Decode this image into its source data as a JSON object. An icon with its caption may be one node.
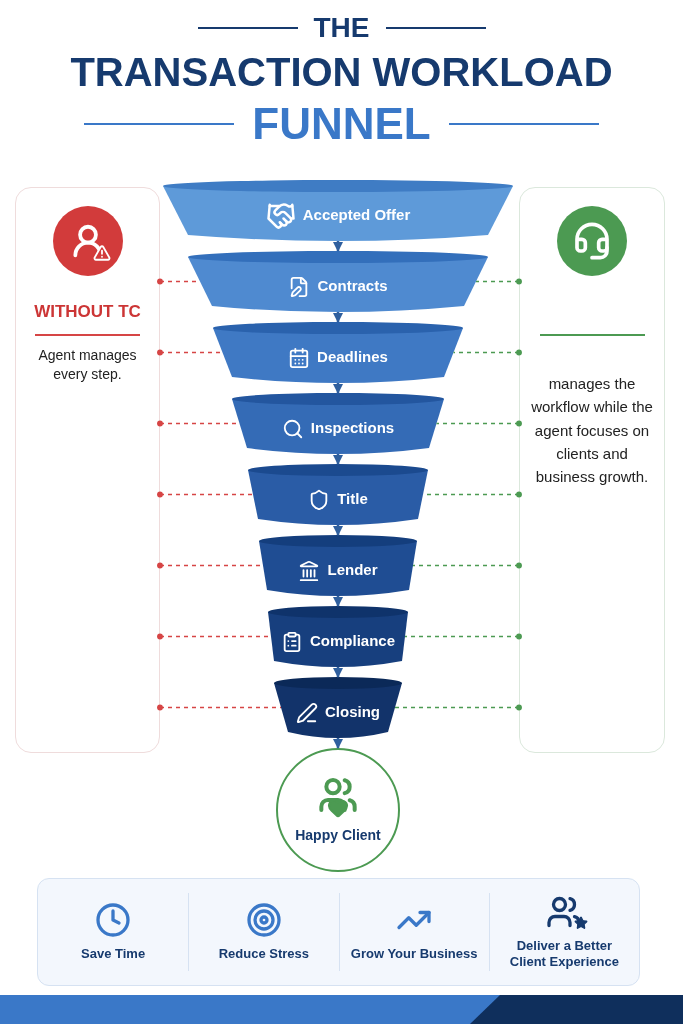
{
  "diagram": {
    "title": "THE TRANSACTION WORKLOAD FUNNEL",
    "nodes": [
      {
        "text": [
          "WITHOUT TC",
          "Agent manages every step."
        ]
      },
      {
        "text": [
          "manages the workflow while the agent focuses on clients and business growth."
        ]
      },
      {
        "text": [
          "Accepted Offer"
        ]
      },
      {
        "text": [
          "Contracts"
        ]
      },
      {
        "text": [
          "Deadlines"
        ]
      },
      {
        "text": [
          "Inspections"
        ]
      },
      {
        "text": [
          "Title"
        ]
      },
      {
        "text": [
          "Lender"
        ]
      },
      {
        "text": [
          "Compliance"
        ]
      },
      {
        "text": [
          "Closing"
        ]
      },
      {
        "text": [
          "Happy Client"
        ]
      }
    ],
    "edges": [
      {
        "from": 2,
        "to": 3,
        "arrow": "to"
      },
      {
        "from": 3,
        "to": 4,
        "arrow": "to"
      },
      {
        "from": 4,
        "to": 5,
        "arrow": "to"
      },
      {
        "from": 5,
        "to": 6,
        "arrow": "to"
      },
      {
        "from": 6,
        "to": 7,
        "arrow": "to"
      },
      {
        "from": 7,
        "to": 8,
        "arrow": "to"
      },
      {
        "from": 8,
        "to": 9,
        "arrow": "to"
      },
      {
        "from": 9,
        "to": 10,
        "arrow": "to"
      },
      {
        "from": 0,
        "to": 3,
        "arrow": "other",
        "style": "dashed",
        "color": "#d64545"
      },
      {
        "from": 0,
        "to": 4,
        "arrow": "other",
        "style": "dashed",
        "color": "#d64545"
      },
      {
        "from": 0,
        "to": 5,
        "arrow": "other",
        "style": "dashed",
        "color": "#d64545"
      },
      {
        "from": 0,
        "to": 6,
        "arrow": "other",
        "style": "dashed",
        "color": "#d64545"
      },
      {
        "from": 0,
        "to": 7,
        "arrow": "other",
        "style": "dashed",
        "color": "#d64545"
      },
      {
        "from": 0,
        "to": 8,
        "arrow": "other",
        "style": "dashed",
        "color": "#d64545"
      },
      {
        "from": 0,
        "to": 9,
        "arrow": "other",
        "style": "dashed",
        "color": "#d64545"
      },
      {
        "from": 1,
        "to": 3,
        "arrow": "other",
        "style": "dashed",
        "color": "#4c9a52"
      },
      {
        "from": 1,
        "to": 4,
        "arrow": "other",
        "style": "dashed",
        "color": "#4c9a52"
      },
      {
        "from": 1,
        "to": 5,
        "arrow": "other",
        "style": "dashed",
        "color": "#4c9a52"
      },
      {
        "from": 1,
        "to": 6,
        "arrow": "other",
        "style": "dashed",
        "color": "#4c9a52"
      },
      {
        "from": 1,
        "to": 7,
        "arrow": "other",
        "style": "dashed",
        "color": "#4c9a52"
      },
      {
        "from": 1,
        "to": 8,
        "arrow": "other",
        "style": "dashed",
        "color": "#4c9a52"
      },
      {
        "from": 1,
        "to": 9,
        "arrow": "other",
        "style": "dashed",
        "color": "#4c9a52"
      }
    ],
    "labels": [
      "Save Time",
      "Reduce Stress",
      "Grow Your Business",
      "Deliver a Better Client Experience"
    ]
  }
}
